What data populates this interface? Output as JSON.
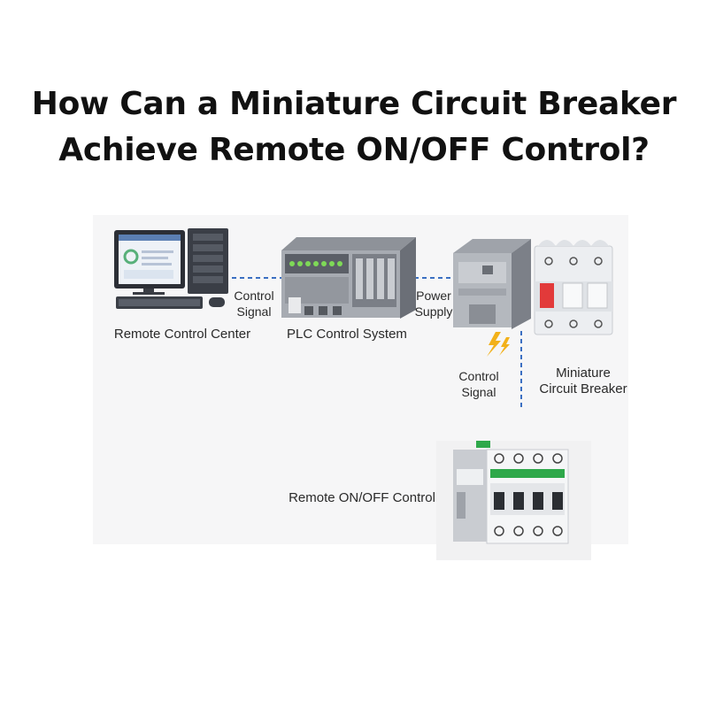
{
  "title_line1": "How Can a Miniature Circuit Breaker",
  "title_line2": "Achieve Remote ON/OFF Control?",
  "labels": {
    "remote_control_center": "Remote Control Center",
    "plc_control_system": "PLC Control System",
    "control_signal_1_line1": "Control",
    "control_signal_1_line2": "Signal",
    "power_supply_line1": "Power",
    "power_supply_line2": "Supply",
    "control_signal_2_line1": "Control",
    "control_signal_2_line2": "Signal",
    "mcb_line1": "Miniature",
    "mcb_line2": "Circuit Breaker",
    "remote_onoff": "Remote ON/OFF Control"
  },
  "colors": {
    "link_dash": "#3b6fc2",
    "lightning": "#f2b11a",
    "plc_led": "#7ed957",
    "breaker_switch": "#e23a3a",
    "breaker_green": "#2ea84a"
  }
}
